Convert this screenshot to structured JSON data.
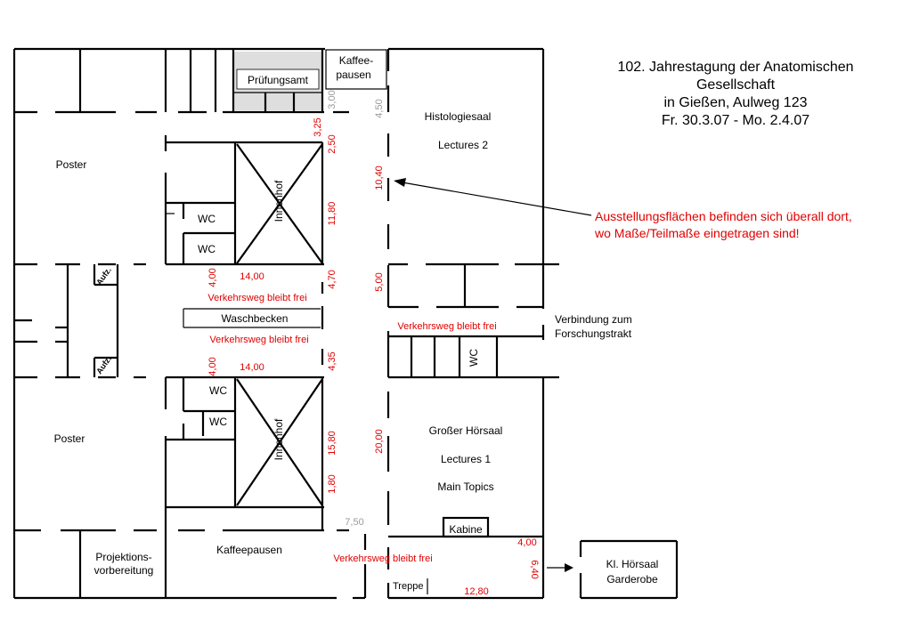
{
  "header": {
    "title_lines": [
      "102. Jahrestagung der Anatomischen",
      "Gesellschaft",
      "in Gießen, Aulweg 123",
      "Fr. 30.3.07 -  Mo. 2.4.07"
    ]
  },
  "note": {
    "lines": [
      "Ausstellungsflächen befinden sich überall dort,",
      "wo Maße/Teilmaße eingetragen sind!"
    ],
    "color": "#e00000"
  },
  "rooms": {
    "kaffee_top": [
      "Kaffee-",
      "pausen"
    ],
    "pruefungsamt": "Prüfungsamt",
    "histologiesaal": "Histologiesaal",
    "lectures2": "Lectures 2",
    "poster_top": "Poster",
    "poster_bottom": "Poster",
    "wc": "WC",
    "innenhof": "Innenhof",
    "aufz": "Aufz.",
    "waschbecken": "Waschbecken",
    "verkehrsweg": "Verkehrsweg bleibt frei",
    "verbindung": [
      "Verbindung zum",
      "Forschungstrakt"
    ],
    "grosser_hoersaal": "Großer Hörsaal",
    "lectures1": "Lectures 1",
    "main_topics": "Main Topics",
    "kabine": "Kabine",
    "projektions": [
      "Projektions-",
      "vorbereitung"
    ],
    "kaffeepausen": "Kaffeepausen",
    "treppe": "Treppe",
    "kl_hoersaal": [
      "Kl. Hörsaal",
      "Garderobe"
    ]
  },
  "dimensions": {
    "d325": "3,25",
    "d250": "2,50",
    "d300": "3,00",
    "d450": "4,50",
    "d1040": "10,40",
    "d1180": "11,80",
    "d400a": "4,00",
    "d1400a": "14,00",
    "d470": "4,70",
    "d500": "5,00",
    "d400b": "4,00",
    "d1400b": "14,00",
    "d435": "4,35",
    "d1580": "15,80",
    "d180": "1,80",
    "d2000": "20,00",
    "d750": "7,50",
    "d400c": "4,00",
    "d640": "6,40",
    "d1280": "12,80"
  }
}
